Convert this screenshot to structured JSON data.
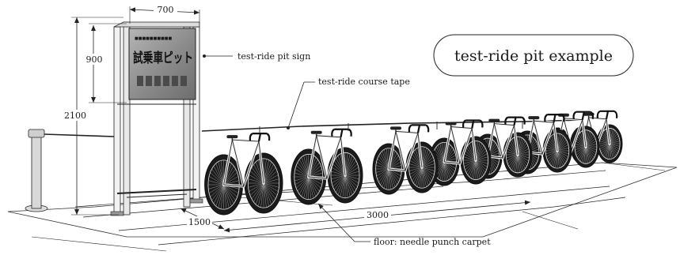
{
  "title": "test-ride pit example",
  "sign": {
    "header_text": "■■■■■■■■■■",
    "main_text": "試乗車ピット"
  },
  "dimensions": {
    "sign_width": "700",
    "sign_height": "900",
    "total_height": "2100",
    "pit_depth": "1500",
    "pit_length": "3000"
  },
  "labels": {
    "pit_sign": "test-ride pit sign",
    "course_tape": "test-ride course tape",
    "floor": "floor: needle punch carpet"
  },
  "colors": {
    "sign_panel": "#8a8a8a",
    "sign_blocks": "#4a4a4a",
    "line": "#222222",
    "background": "#ffffff"
  },
  "bike_count": 8
}
